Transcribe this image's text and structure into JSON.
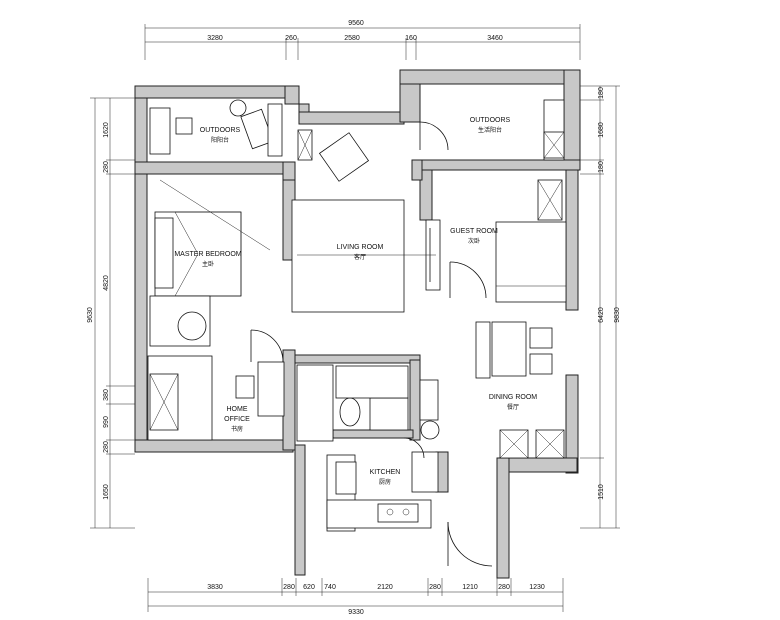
{
  "dimensions": {
    "top_total": "9560",
    "top_segments": [
      "3280",
      "260",
      "2580",
      "160",
      "3460"
    ],
    "bottom_total": "9330",
    "bottom_segments": [
      "3830",
      "280",
      "620",
      "740",
      "2120",
      "280",
      "1210",
      "280",
      "1230"
    ],
    "left_total": "9630",
    "left_segments": [
      "1620",
      "280",
      "4820",
      "380",
      "990",
      "280",
      "1650"
    ],
    "right_total": "9830",
    "right_segments": [
      "180",
      "1680",
      "180",
      "6420",
      "1510"
    ]
  },
  "rooms": {
    "outdoors_left": {
      "en": "OUTDOORS",
      "cn": "阳阳台"
    },
    "outdoors_right": {
      "en": "OUTDOORS",
      "cn": "生活阳台"
    },
    "master_bedroom": {
      "en": "MASTER BEDROOM",
      "cn": "主卧"
    },
    "living_room": {
      "en": "LIVING ROOM",
      "cn": "客厅"
    },
    "guest_room": {
      "en": "GUEST ROOM",
      "cn": "次卧"
    },
    "home_office_1": "HOME",
    "home_office_2": "OFFICE",
    "home_office_cn": "书房",
    "dining_room": {
      "en": "DINING ROOM",
      "cn": "餐厅"
    },
    "kitchen": {
      "en": "KITCHEN",
      "cn": "厨房"
    }
  }
}
